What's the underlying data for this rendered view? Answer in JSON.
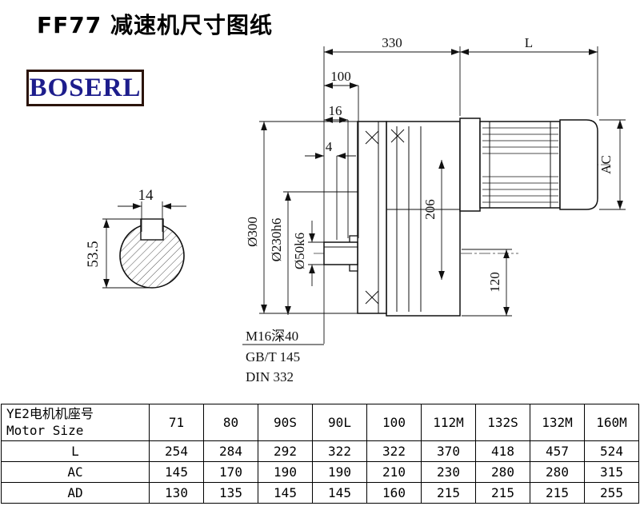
{
  "page": {
    "title": "FF77 减速机尺寸图纸",
    "logo_text": "BOSERL"
  },
  "drawing": {
    "dim_330": "330",
    "dim_L": "L",
    "dim_100": "100",
    "dim_16": "16",
    "dim_4": "4",
    "dim_AC": "AC",
    "dim_206": "206",
    "dim_120": "120",
    "dim_flange_od": "Ø300",
    "dim_spigot": "Ø230h6",
    "dim_shaft": "Ø50k6",
    "dim_key_width": "14",
    "dim_key_height": "53.5",
    "note_tap_hole": "M16深40",
    "note_gb_standard": "GB/T 145",
    "note_din_standard": "DIN 332"
  },
  "table": {
    "header_cn": "YE2电机机座号",
    "header_en": "Motor Size",
    "sizes": [
      "71",
      "80",
      "90S",
      "90L",
      "100",
      "112M",
      "132S",
      "132M",
      "160M"
    ],
    "rows": [
      {
        "label": "L",
        "values": [
          "254",
          "284",
          "292",
          "322",
          "322",
          "370",
          "418",
          "457",
          "524"
        ]
      },
      {
        "label": "AC",
        "values": [
          "145",
          "170",
          "190",
          "190",
          "210",
          "230",
          "280",
          "280",
          "315"
        ]
      },
      {
        "label": "AD",
        "values": [
          "130",
          "135",
          "145",
          "145",
          "160",
          "215",
          "215",
          "215",
          "255"
        ]
      }
    ]
  }
}
